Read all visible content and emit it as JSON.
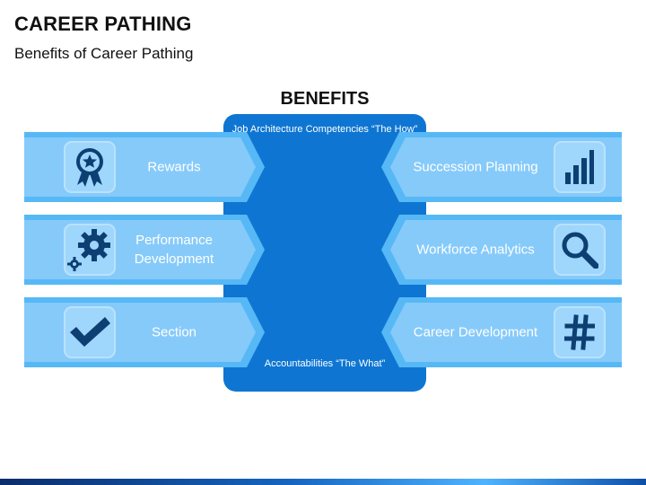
{
  "slide": {
    "title": "CAREER PATHING",
    "subtitle": "Benefits of Career Pathing"
  },
  "diagram": {
    "heading": "BENEFITS",
    "center_top": "Job Architecture Competencies “The How”",
    "center_bottom": "Accountabilities “The What”",
    "left_items": [
      {
        "label": "Rewards",
        "icon": "award-ribbon-icon"
      },
      {
        "label": "Performance Development",
        "icon": "gears-icon"
      },
      {
        "label": "Section",
        "icon": "checkmark-icon"
      }
    ],
    "right_items": [
      {
        "label": "Succession Planning",
        "icon": "bar-chart-icon"
      },
      {
        "label": "Workforce Analytics",
        "icon": "magnifier-icon"
      },
      {
        "label": "Career Development",
        "icon": "hashtag-icon"
      }
    ]
  },
  "colors": {
    "panel": "#0e76d2",
    "arrow_outer": "#57b8f6",
    "arrow_inner": "#86cafa",
    "icon_box": "#9fd6fc",
    "icon": "#0d3f73"
  }
}
